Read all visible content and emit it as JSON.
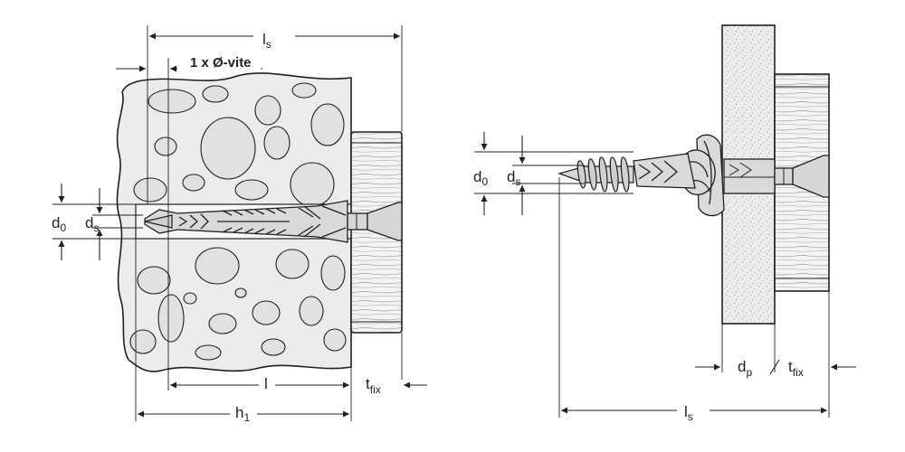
{
  "left_figure": {
    "labels": {
      "ls": {
        "main": "l",
        "sub": "s"
      },
      "vite": "1 x Ø-vite",
      "d0": {
        "main": "d",
        "sub": "0"
      },
      "ds": {
        "main": "d",
        "sub": "s"
      },
      "l": "l",
      "tfix": {
        "main": "t",
        "sub": "fix"
      },
      "h1": {
        "main": "h",
        "sub": "1"
      }
    }
  },
  "right_figure": {
    "labels": {
      "d0": {
        "main": "d",
        "sub": "0"
      },
      "ds": {
        "main": "d",
        "sub": "s"
      },
      "dp": {
        "main": "d",
        "sub": "p"
      },
      "tfix": {
        "main": "t",
        "sub": "fix"
      },
      "ls": {
        "main": "l",
        "sub": "s"
      }
    }
  },
  "colors": {
    "line": "#231f20",
    "stone": "#e6e6e6",
    "stone_light": "#efefef",
    "aggregate": "#e2e2e2",
    "wood": "#f2f2f2",
    "plaster": "#e9e9e9",
    "anchor": "#d9d9d9"
  }
}
